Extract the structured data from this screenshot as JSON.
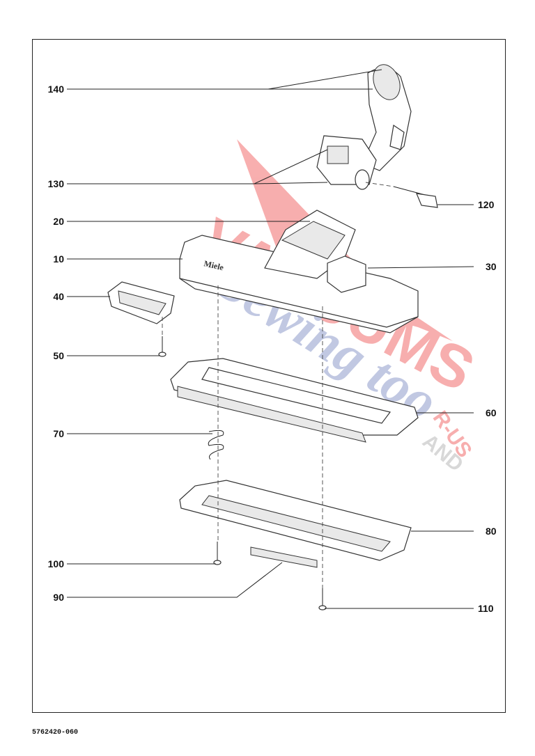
{
  "document": {
    "number": "5762420-060"
  },
  "callouts": {
    "c140": "140",
    "c130": "130",
    "c120": "120",
    "c20": "20",
    "c10": "10",
    "c30": "30",
    "c40": "40",
    "c50": "50",
    "c60": "60",
    "c70": "70",
    "c80": "80",
    "c100": "100",
    "c90": "90",
    "c110": "110"
  },
  "branding": {
    "nozzle_logo": "Miele",
    "watermark_line1": "VACUUMS",
    "watermark_line2": "R-US",
    "watermark_line3": "AND",
    "watermark_line4": "Sewing too",
    "watermark_red": "#f26d6d",
    "watermark_blue": "#8f9ccc",
    "watermark_grey": "#b9b9b9"
  }
}
